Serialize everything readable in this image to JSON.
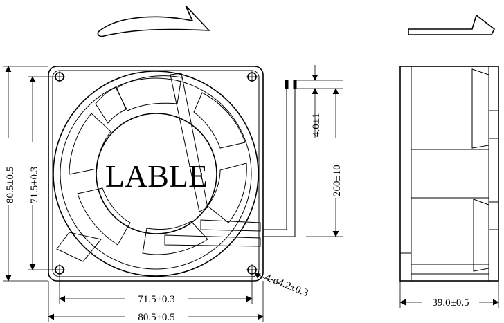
{
  "drawing": {
    "label": "LABLE",
    "dimensions": {
      "front_outer_height": "80.5±0.5",
      "front_inner_height": "71.5±0.3",
      "front_inner_width": "71.5±0.3",
      "front_outer_width": "80.5±0.5",
      "hole_spec": "4-ø4.2±0.3",
      "lead_strip": "4.0±1",
      "lead_length": "260±10",
      "side_depth": "39.0±0.5"
    },
    "annotations": {
      "rotation_arrow": "rotation direction arrow",
      "airflow_arrow": "airflow direction arrow"
    }
  }
}
